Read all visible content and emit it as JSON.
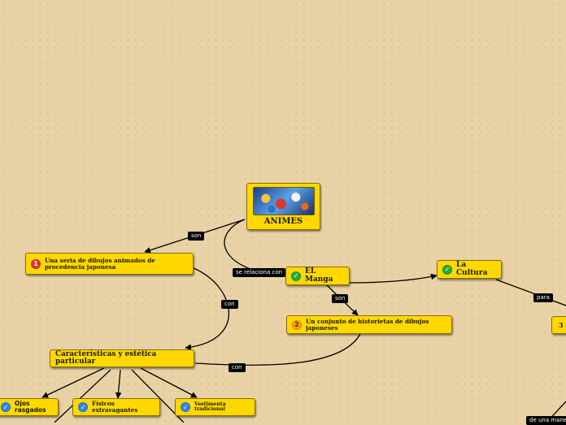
{
  "map": {
    "root": {
      "title": "ANIMES",
      "image_icon": "anime-collage-image"
    },
    "nodes": {
      "serie": {
        "text": "Una seria de dibujos animados de procedencia japonesa",
        "badge": "1"
      },
      "manga": {
        "text": "EL Manga",
        "badge_icon": "check-icon"
      },
      "cultura": {
        "text": "La Cultura",
        "badge_icon": "check-icon"
      },
      "historietas": {
        "text": "Un conjunto de historietas de dibujos japoneses",
        "badge": "2"
      },
      "caracteristicas": {
        "text": "Características y estética particular"
      },
      "ojos": {
        "text": "Ojos rasgados",
        "badge_icon": "check-icon"
      },
      "fisicos": {
        "text": "Físicos extravagantes",
        "badge_icon": "check-icon"
      },
      "vestimenta": {
        "text": "Vestimenta tradicional",
        "badge_icon": "check-icon"
      },
      "right_partial": {
        "text": "3"
      }
    },
    "connectors": {
      "son_root": "son",
      "se_relaciona": "se relaciona con",
      "con_serie": "con",
      "son_manga": "son",
      "con_historietas": "con",
      "para": "para",
      "de_una": "de una manera"
    },
    "colors": {
      "node_fill": "#ffd800",
      "background": "#e9d3a6",
      "label_bg": "#000000"
    }
  }
}
